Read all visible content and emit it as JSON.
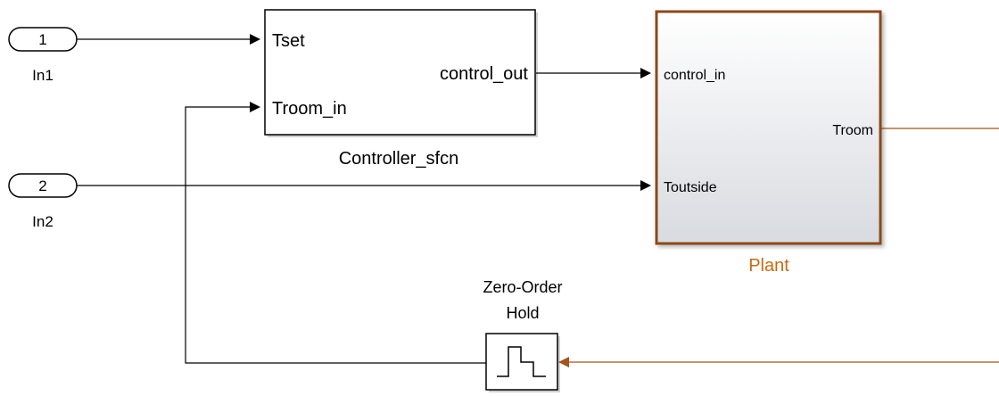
{
  "colors": {
    "signal": "#000000",
    "plant_border": "#8b4a1c",
    "plant_signal": "#a0561e",
    "plant_label": "#c56a14"
  },
  "inports": [
    {
      "number": "1",
      "name": "In1"
    },
    {
      "number": "2",
      "name": "In2"
    }
  ],
  "controller": {
    "name": "Controller_sfcn",
    "input_ports": [
      "Tset",
      "Troom_in"
    ],
    "output_port": "control_out"
  },
  "plant": {
    "name": "Plant",
    "input_ports": [
      "control_in",
      "Toutside"
    ],
    "output_port": "Troom"
  },
  "zoh": {
    "name_line1": "Zero-Order",
    "name_line2": "Hold",
    "icon": "staircase-icon"
  }
}
